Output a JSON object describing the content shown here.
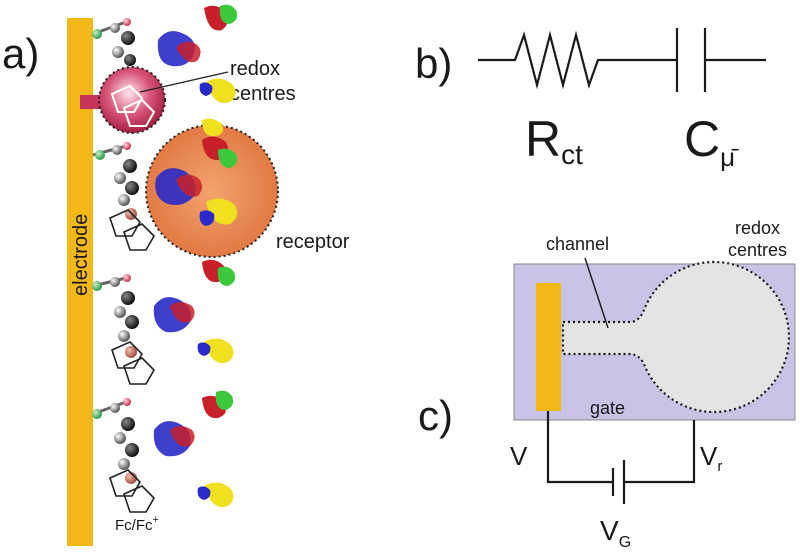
{
  "panel_a": {
    "label": "a)",
    "electrode_label": "electrode",
    "redox_label_line1": "redox",
    "redox_label_line2": "centres",
    "receptor_label": "receptor",
    "fc_label": "Fc/Fc",
    "fc_superscript": "+"
  },
  "panel_b": {
    "label": "b)",
    "resistor_main": "R",
    "resistor_sub": "ct",
    "capacitor_main": "C",
    "capacitor_sub": "μ̄"
  },
  "panel_c": {
    "label": "c)",
    "channel_label": "channel",
    "redox_label_line1": "redox",
    "redox_label_line2": "centres",
    "gate_label": "gate",
    "v_label": "V",
    "vr_main": "V",
    "vr_sub": "r",
    "vg_main": "V",
    "vg_sub": "G"
  },
  "colors": {
    "electrode": "#f2b817",
    "redox_sphere": "#c8345a",
    "receptor_sphere": "#e8804a",
    "device_bg": "#c9c3e6",
    "device_cavity": "#e4e4e4",
    "protein_red": "#c8202a",
    "protein_blue": "#2a2ac8",
    "protein_green": "#3cc83c",
    "protein_yellow": "#f0e020"
  }
}
